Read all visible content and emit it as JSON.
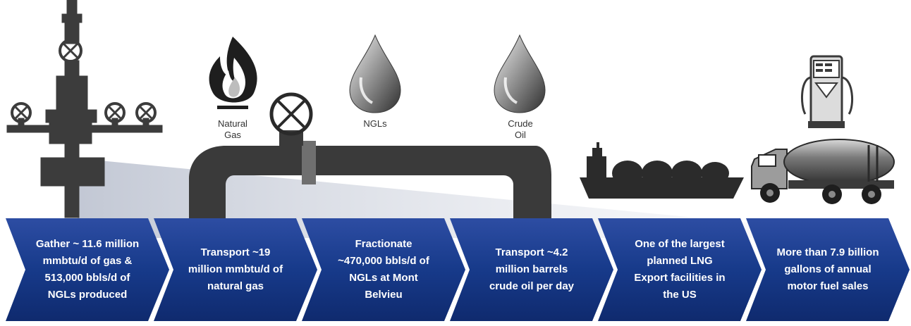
{
  "icon_labels": {
    "natural_gas": "Natural\nGas",
    "ngls": "NGLs",
    "crude_oil": "Crude\nOil"
  },
  "steps": [
    "Gather ~ 11.6 million\nmmbtu/d of gas &\n513,000 bbls/d of\nNGLs produced",
    "Transport  ~19\nmillion mmbtu/d of\nnatural gas",
    "Fractionate\n~470,000 bbls/d of\nNGLs at Mont\nBelvieu",
    "Transport ~4.2\nmillion barrels\ncrude oil per day",
    "One of the largest\nplanned LNG\nExport facilities in\nthe US",
    "More than 7.9 billion\ngallons of annual\nmotor fuel sales"
  ],
  "colors": {
    "chevron_dark": "#0f2a6e",
    "chevron_light": "#2d4da3",
    "pipe": "#3a3a3a",
    "silhouette": "#2b2b2b"
  }
}
